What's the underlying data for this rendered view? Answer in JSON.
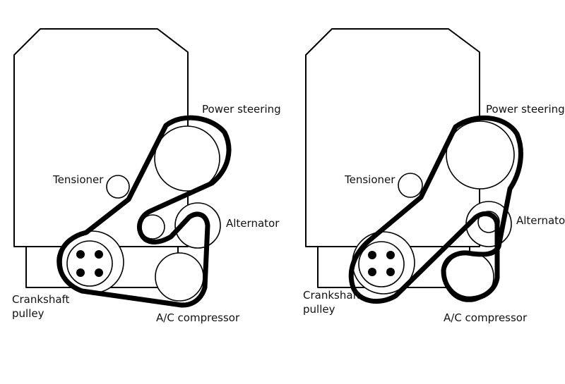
{
  "diagrams": [
    {
      "labels": {
        "power_steering": "Power steering",
        "tensioner": "Tensioner",
        "alternator": "Alternator",
        "crankshaft_line1": "Crankshaft",
        "crankshaft_line2": "pulley",
        "ac_compressor": "A/C compressor"
      }
    },
    {
      "labels": {
        "power_steering": "Power steering",
        "tensioner": "Tensioner",
        "alternator": "Alternato",
        "crankshaft_line1": "Crankshaft",
        "crankshaft_line2": "pulley",
        "ac_compressor": "A/C compressor"
      }
    }
  ]
}
